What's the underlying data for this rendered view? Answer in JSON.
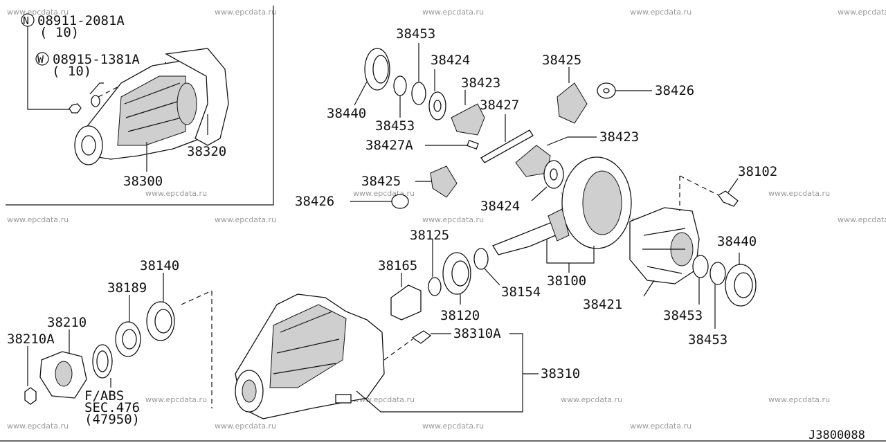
{
  "inset": {
    "callout_n": {
      "symbol": "N",
      "part": "08911-2081A",
      "qty": "( 10)"
    },
    "callout_w": {
      "symbol": "W",
      "part": "08915-1381A",
      "qty": "( 10)"
    },
    "label_housing_assy": "38300",
    "label_gasket": "38320"
  },
  "labels": {
    "p38453_top": "38453",
    "p38424_top": "38424",
    "p38423_top": "38423",
    "p38427": "38427",
    "p38440_top": "38440",
    "p38453_mid": "38453",
    "p38427A": "38427A",
    "p38425_top": "38425",
    "p38426_top": "38426",
    "p38423_mid": "38423",
    "p38425_left": "38425",
    "p38426_left": "38426",
    "p38424_mid": "38424",
    "p38102": "38102",
    "p38125": "38125",
    "p38165": "38165",
    "p38120": "38120",
    "p38154": "38154",
    "p38100": "38100",
    "p38440_right": "38440",
    "p38421": "38421",
    "p38453_right1": "38453",
    "p38453_right2": "38453",
    "p38140": "38140",
    "p38189": "38189",
    "p38210": "38210",
    "p38210A": "38210A",
    "p38310A": "38310A",
    "p38310": "38310"
  },
  "note_lines": [
    "F/ABS",
    "SEC.476",
    "(47950)"
  ],
  "diagram_code": "J3800088",
  "watermark": "www.epcdata.ru"
}
